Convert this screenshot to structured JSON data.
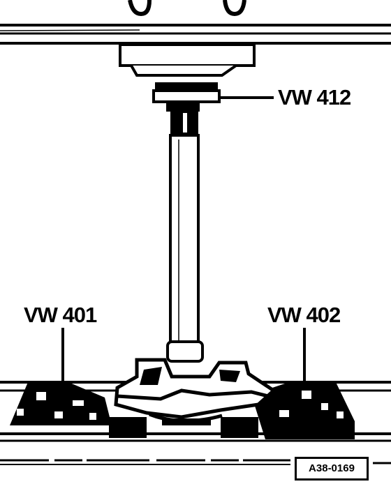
{
  "callouts": {
    "vw412": "VW 412",
    "vw401": "VW 401",
    "vw402": "VW 402"
  },
  "figure_id": "A38-0169",
  "colors": {
    "ink": "#000000",
    "paper": "#ffffff"
  }
}
